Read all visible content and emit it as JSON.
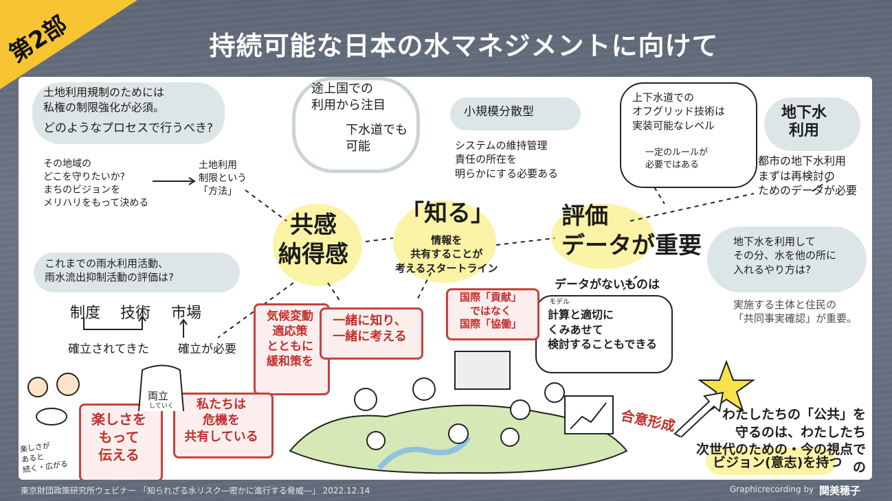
{
  "header": {
    "part_label": "第2部",
    "title": "持続可能な日本の水マネジメントに向けて"
  },
  "notes": {
    "land_use": "土地利用規制のためには\n私権の制限強化が必須。",
    "process": "どのようなプロセスで行うべき?",
    "region": "その地域の\nどこを守りたいか?\nまちのビジョンを\nメリハリをもって決める",
    "method": "土地利用\n制限という\n「方法」",
    "developing": "途上国での\n利用から注目",
    "sewer_ok": "下水道でも\n可能",
    "small_scale": "小規模分散型",
    "system": "システムの維持管理\n責任の所在を\n明らかにする必要ある",
    "offgrid": "上下水道での\nオフグリッド技術は\n実装可能なレベル",
    "rules": "一定のルールが\n必要ではある",
    "groundwater_title": "地下水\n利用",
    "groundwater": "都市の地下水利用\nまずは再検討の\nためのデータが必要",
    "rainwater": "これまでの雨水利用活動、\n雨水流出抑制活動の評価は?",
    "system_label": "制度",
    "tech_label": "技術",
    "market_label": "市場",
    "established": "確立されてきた",
    "needed": "確立が必要",
    "ryoritsu": "両立",
    "ryoritsu_sub": "していく",
    "groundwater_use": "地下水を利用して\nその分、水を他の所に\n入れるやり方は?",
    "confirm": "実施する主体と住民の\n「共同事実確認」が重要。",
    "no_data": "データがないものは",
    "model": "モデル",
    "calc": "計算と適切に\nくみあせて\n検討することもできる",
    "fun_side": "楽しさが\nあると\n続く・広がる"
  },
  "keywords": {
    "empathy": "共感\n納得感",
    "know": "「知る」",
    "info": "情報を\n共有することが\n考えるスタートライン",
    "evaluate": "評価\nデータが重要"
  },
  "red_boxes": {
    "climate": "気候変動\n適応策\nとともに\n緩和策を",
    "together": "一緒に知り、\n一緒に考える",
    "intl": "国際「貢献」\nではなく\n国際「協働」",
    "fun": "楽しさを\nもって\n伝える",
    "crisis": "私たちは\n危機を\n共有している",
    "consensus": "合意形成"
  },
  "conclusion": {
    "line1": "わたしたちの「公共」を\n守るのは、わたしたち\n次世代のための・今の視点での",
    "vision": "ビジョン(意志)を持つ"
  },
  "footer": {
    "source": "東京財団政策研究所ウェビナー 「知られざる水リスク―密かに進行する脅威―」 2022.12.14",
    "credit": "Graphicrecording by",
    "author": "関美穂子"
  },
  "colors": {
    "accent_yellow": "#f7c531",
    "highlight_yellow": "#fbf3a6",
    "red": "#c8403c",
    "blob": "#dde6e6"
  }
}
